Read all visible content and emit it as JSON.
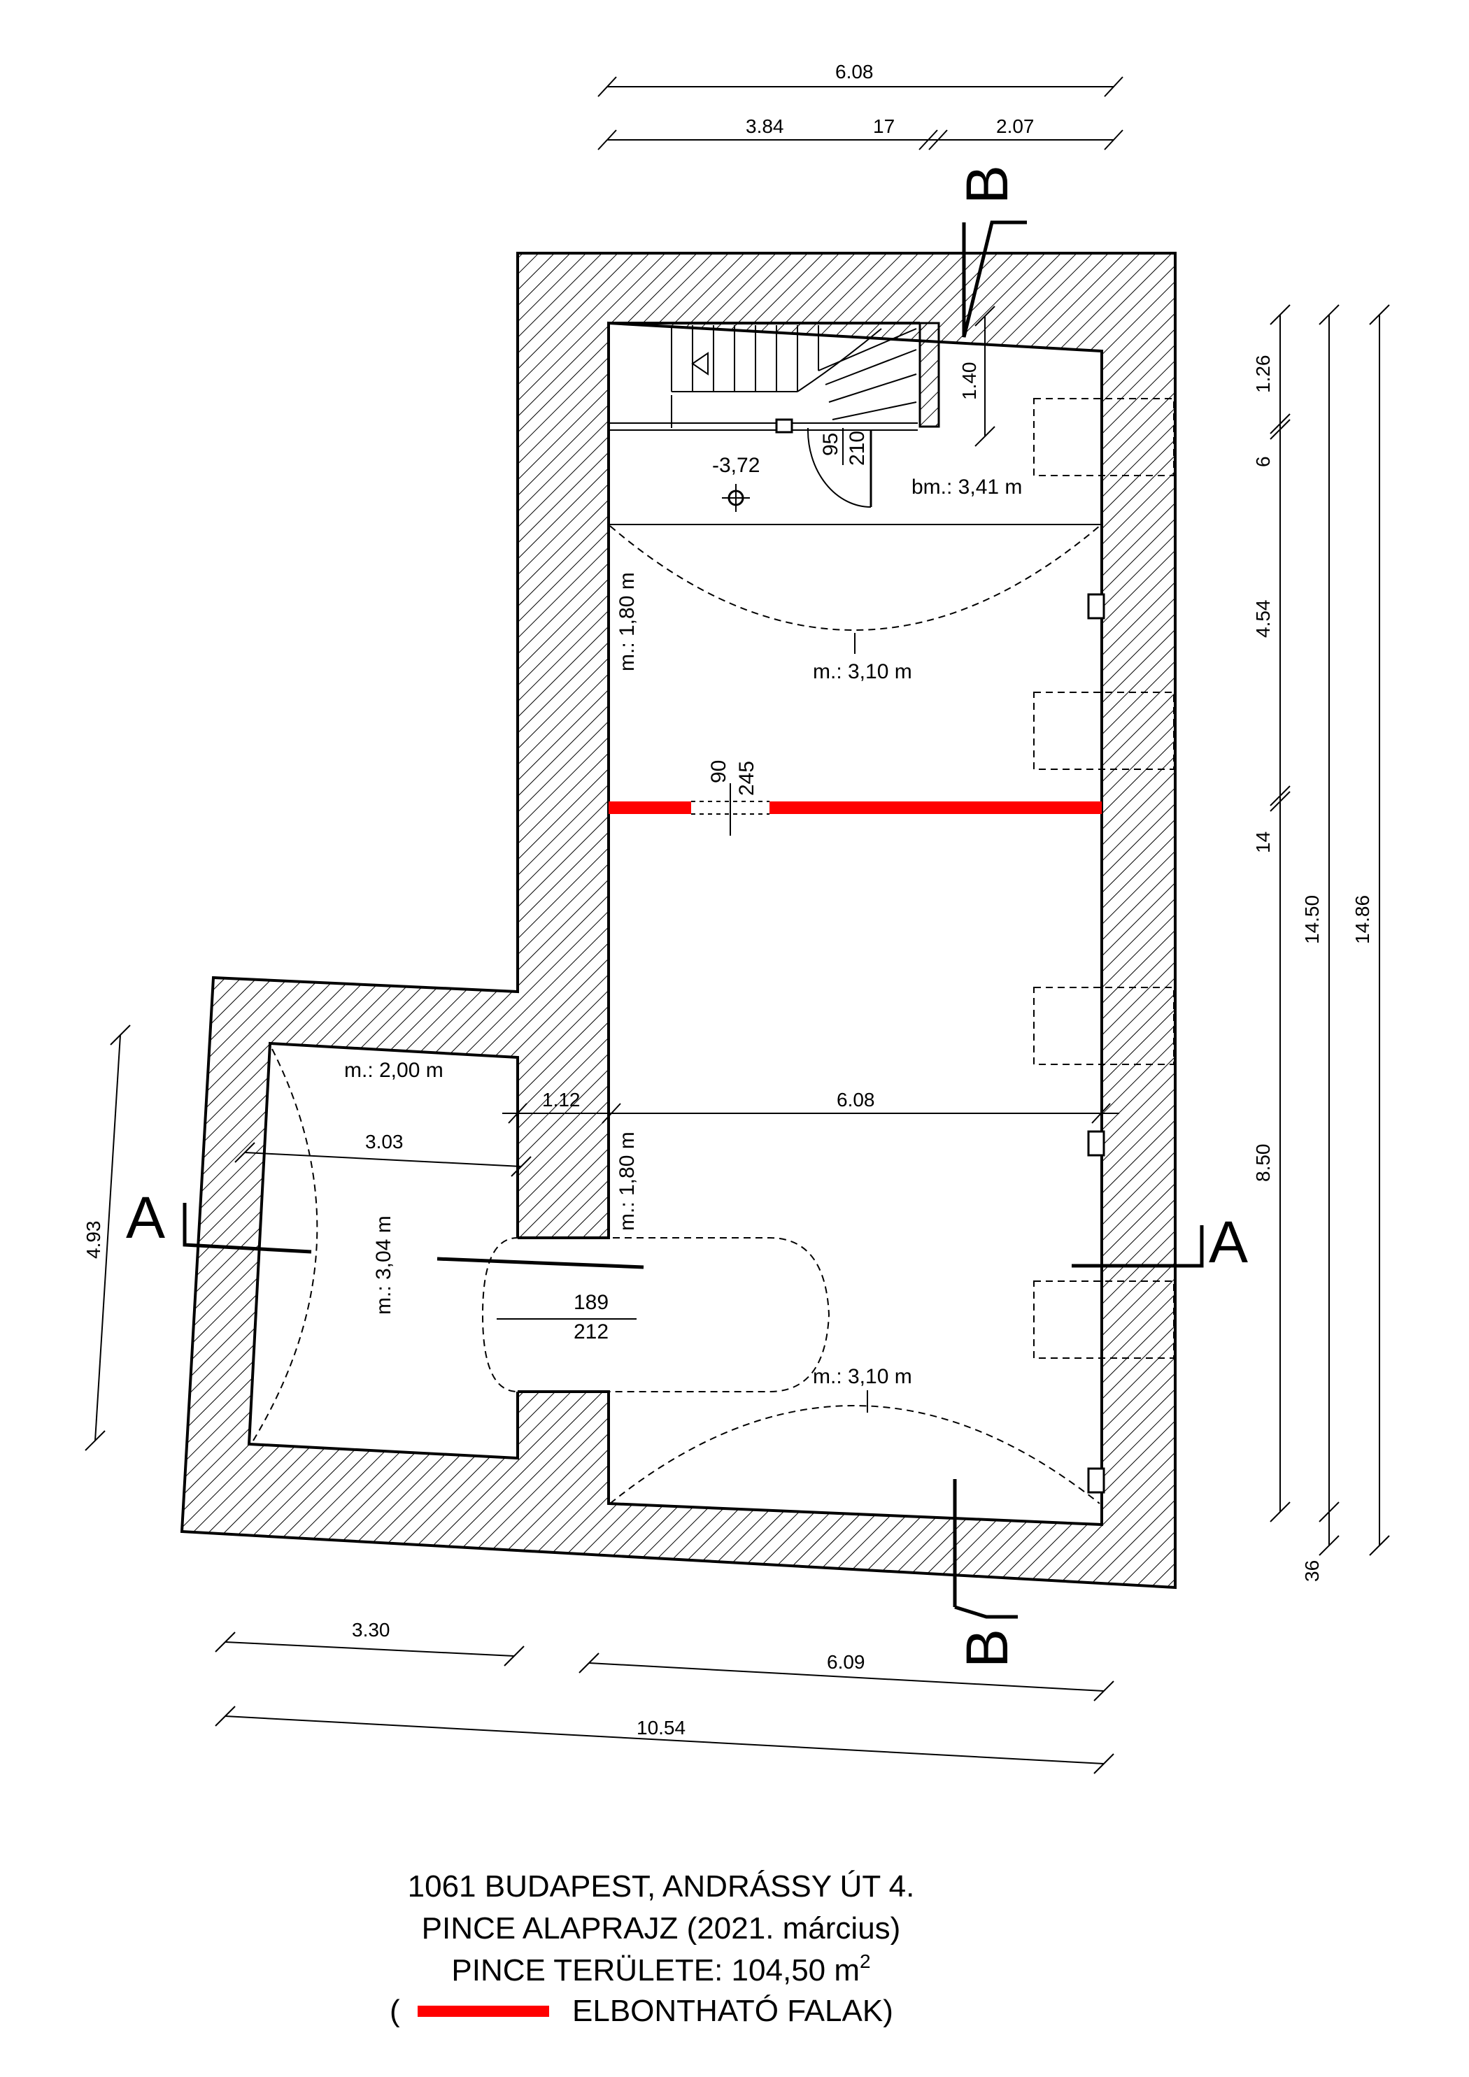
{
  "title": {
    "line1": "1061 BUDAPEST, ANDRÁSSY ÚT 4.",
    "line2": "PINCE ALAPRAJZ (2021. március)",
    "line3_prefix": "PINCE TERÜLETE: 104,50 m",
    "line3_sup": "2",
    "legend_open": "(",
    "legend_text": "ELBONTHATÓ FALAK)",
    "legend_color": "#ff0000"
  },
  "dimensions": {
    "top_total": "6.08",
    "top_seg1": "3.84",
    "top_seg2": "17",
    "top_seg3": "2.07",
    "stair_height": "1.40",
    "right_seg1": "1.26",
    "right_seg2": "6",
    "right_seg3": "4.54",
    "right_seg4": "14",
    "right_seg5": "8.50",
    "right_seg6": "36",
    "right_total1": "14.50",
    "right_total2": "14.86",
    "left_height": "4.93",
    "inner_width_left": "3.03",
    "wall_thickness": "1.12",
    "inner_width_main": "6.08",
    "bottom_seg1": "3.30",
    "bottom_seg2": "6.09",
    "bottom_total": "10.54"
  },
  "labels": {
    "level": "-3,72",
    "ceiling_stair": "bm.: 3,41 m",
    "vault_upper_h": "m.: 1,80 m",
    "vault_upper": "m.: 3,10 m",
    "door_upper_w": "90",
    "door_upper_h": "245",
    "stair_door_w": "95",
    "stair_door_h": "210",
    "side_room": "m.: 2,00 m",
    "side_vault": "m.: 3,04 m",
    "vault_lower_h": "m.: 1,80 m",
    "passage_w": "189",
    "passage_h": "212",
    "vault_lower": "m.: 3,10 m"
  },
  "sections": {
    "a": "A",
    "b": "B"
  },
  "colors": {
    "demolish_wall": "#ff0000",
    "line": "#000000"
  }
}
